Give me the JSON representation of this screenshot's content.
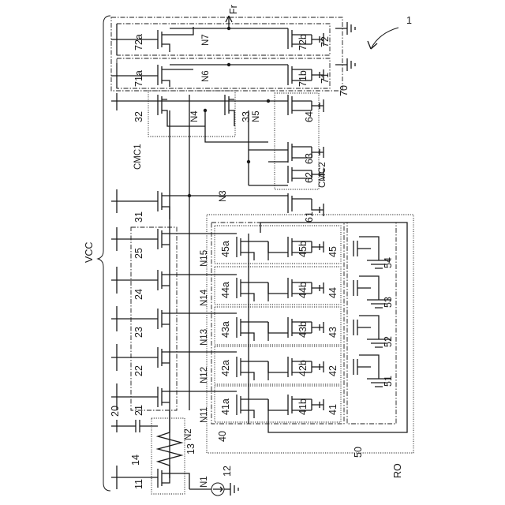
{
  "figure": {
    "figure_ref": "1",
    "supply": "VCC",
    "output": "Fr",
    "groups": {
      "cmc1": "CMC1",
      "cmc2": "CMC2",
      "ro": "RO",
      "g20": "20",
      "g40": "40",
      "g50": "50",
      "g70": "70"
    },
    "nodes": {
      "n1": "N1",
      "n2": "N2",
      "n3": "N3",
      "n4": "N4",
      "n5": "N5",
      "n6": "N6",
      "n7": "N7",
      "n11": "N11",
      "n12": "N12",
      "n13": "N13",
      "n14": "N14",
      "n15": "N15"
    },
    "components": {
      "c11": "11",
      "c12": "12",
      "c13": "13",
      "c14": "14",
      "c21": "21",
      "c22": "22",
      "c23": "23",
      "c24": "24",
      "c25": "25",
      "c31": "31",
      "c32": "32",
      "c33": "33",
      "c41": "41",
      "c41a": "41a",
      "c41b": "41b",
      "c42": "42",
      "c42a": "42a",
      "c42b": "42b",
      "c43": "43",
      "c43a": "43a",
      "c43b": "43b",
      "c44": "44",
      "c44a": "44a",
      "c44b": "44b",
      "c45": "45",
      "c45a": "45a",
      "c45b": "45b",
      "c51": "51",
      "c52": "52",
      "c53": "53",
      "c54": "54",
      "c61": "61",
      "c62": "62",
      "c63": "63",
      "c64": "64",
      "c71": "71",
      "c71a": "71a",
      "c71b": "71b",
      "c72": "72",
      "c72a": "72a",
      "c72b": "72b"
    }
  }
}
